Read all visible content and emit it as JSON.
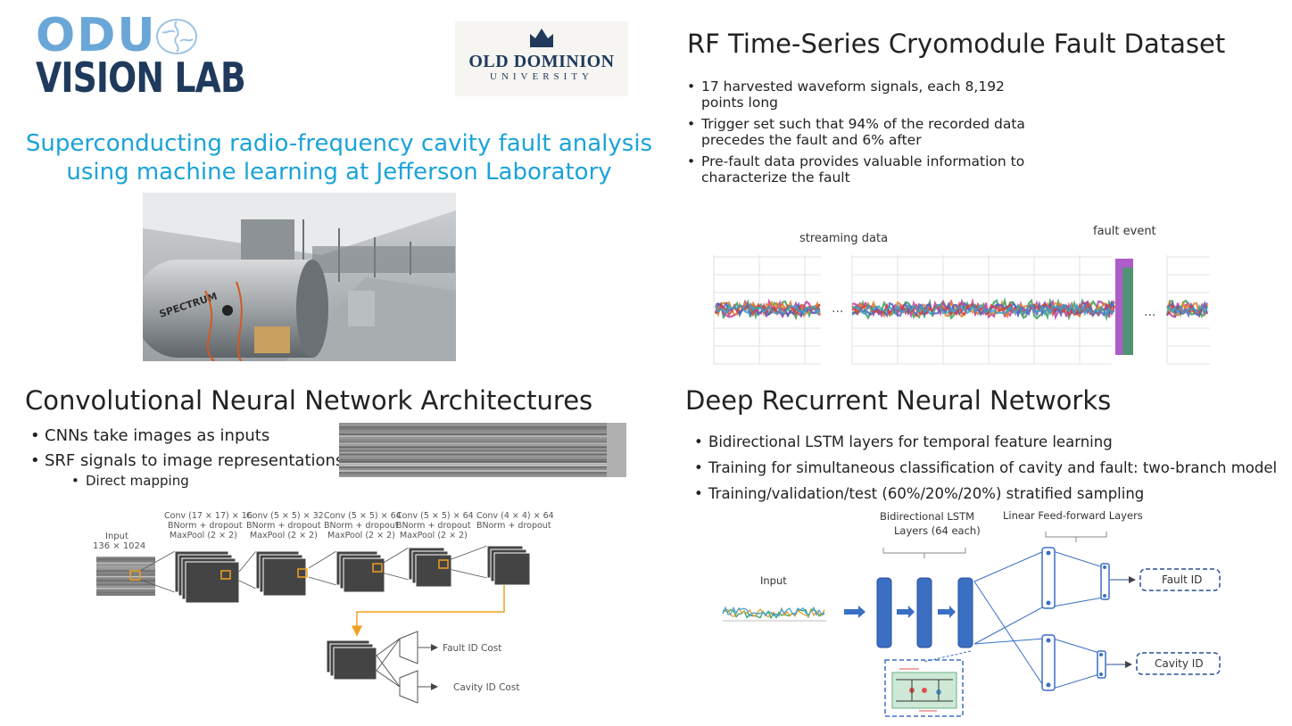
{
  "logo": {
    "lab_name_top": "ODU",
    "lab_name_bottom": "VISION LAB",
    "university_name": "OLD DOMINION",
    "university_sub": "UNIVERSITY"
  },
  "header": {
    "subtitle_line1": "Superconducting radio-frequency cavity fault analysis",
    "subtitle_line2": "using machine learning at Jefferson Laboratory"
  },
  "photo": {
    "label": "SPECTRUM"
  },
  "rf_section": {
    "title": "RF Time-Series Cryomodule Fault Dataset",
    "bullets": [
      "17 harvested waveform signals, each 8,192 points long",
      "Trigger set such that 94% of the recorded data precedes the fault and 6% after",
      "Pre-fault data provides valuable information to characterize the fault"
    ],
    "plot": {
      "label_streaming": "streaming data",
      "label_fault": "fault event",
      "ellipsis": "..."
    }
  },
  "cnn_section": {
    "title": "Convolutional Neural Network Architectures",
    "bullets": [
      "CNNs take images as inputs",
      "SRF signals to image representations"
    ],
    "sub_bullets": [
      "Direct mapping"
    ],
    "diagram": {
      "input_label": "Input",
      "input_size": "136 × 1024",
      "layers": [
        {
          "conv": "Conv (17 × 17) × 16",
          "norm": "BNorm + dropout",
          "pool": "MaxPool (2 × 2)"
        },
        {
          "conv": "Conv (5 × 5) × 32",
          "norm": "BNorm + dropout",
          "pool": "MaxPool (2 × 2)"
        },
        {
          "conv": "Conv (5 × 5) × 64",
          "norm": "BNorm + dropout",
          "pool": "MaxPool (2 × 2)"
        },
        {
          "conv": "Conv (5 × 5) × 64",
          "norm": "BNorm + dropout",
          "pool": "MaxPool (2 × 2)"
        },
        {
          "conv": "Conv (4 × 4) × 64",
          "norm": "BNorm + dropout",
          "pool": ""
        }
      ],
      "fault_cost": "Fault ID Cost",
      "cavity_cost": "Cavity ID Cost"
    }
  },
  "rnn_section": {
    "title": "Deep Recurrent Neural Networks",
    "bullets": [
      "Bidirectional LSTM layers for temporal feature learning",
      "Training for simultaneous classification of cavity and fault: two-branch model",
      "Training/validation/test (60%/20%/20%) stratified sampling"
    ],
    "diagram": {
      "input_label": "Input",
      "lstm_label_1": "Bidirectional LSTM",
      "lstm_label_2": "Layers (64 each)",
      "ff_label": "Linear Feed-forward Layers",
      "fault_out": "Fault ID",
      "cavity_out": "Cavity ID"
    }
  },
  "colors": {
    "accent_blue": "#1aa3d8",
    "odu_navy": "#1f3a5c",
    "logo_light": "#6aa7d8",
    "highlight_orange": "#f0a020",
    "net_blue": "#3b6fc4"
  }
}
